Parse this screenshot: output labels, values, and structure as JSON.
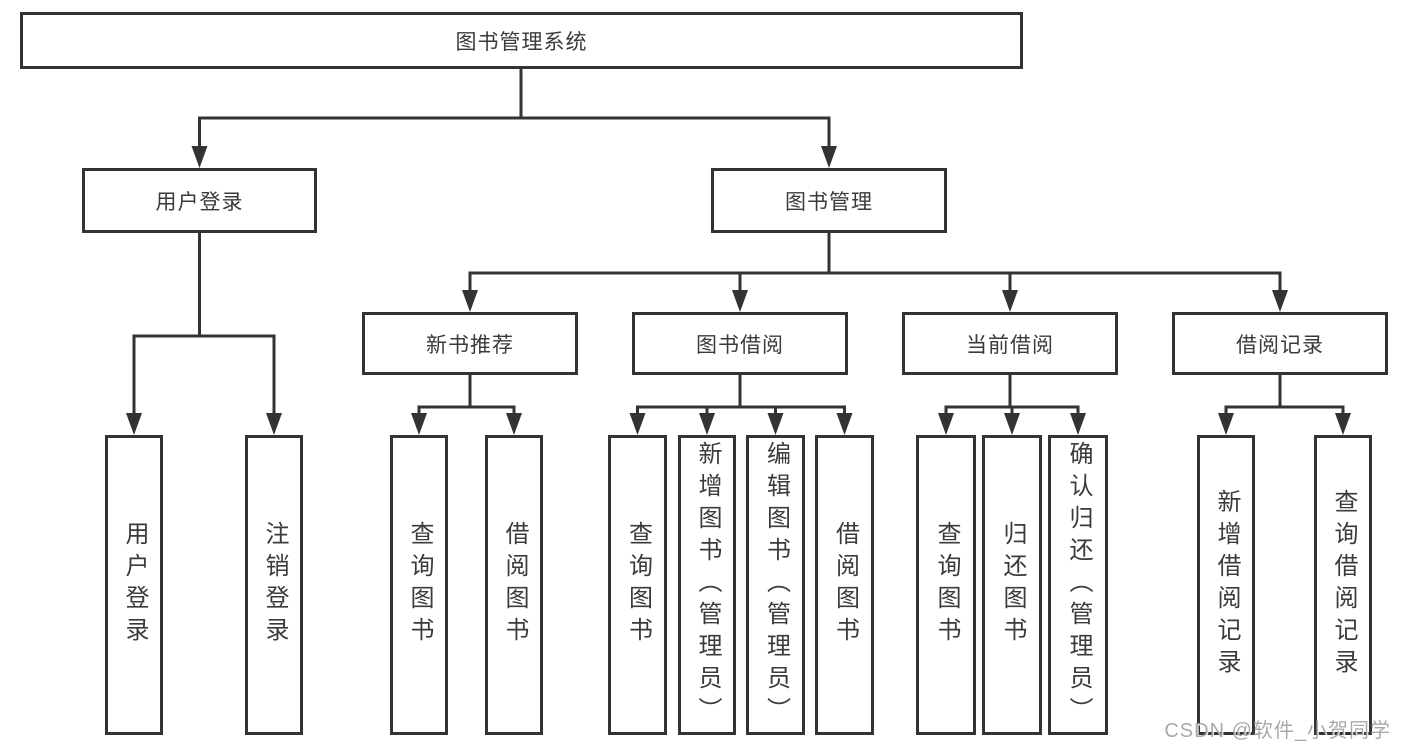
{
  "diagram": {
    "root": {
      "label": "图书管理系统"
    },
    "user_login": {
      "label": "用户登录",
      "children": [
        {
          "label": "用户登录"
        },
        {
          "label": "注销登录"
        }
      ]
    },
    "book_mgmt": {
      "label": "图书管理",
      "groups": [
        {
          "label": "新书推荐",
          "children": [
            {
              "label": "查询图书"
            },
            {
              "label": "借阅图书"
            }
          ]
        },
        {
          "label": "图书借阅",
          "children": [
            {
              "label": "查询图书"
            },
            {
              "label": "新增图书（管理员）"
            },
            {
              "label": "编辑图书（管理员）"
            },
            {
              "label": "借阅图书"
            }
          ]
        },
        {
          "label": "当前借阅",
          "children": [
            {
              "label": "查询图书"
            },
            {
              "label": "归还图书"
            },
            {
              "label": "确认归还（管理员）"
            }
          ]
        },
        {
          "label": "借阅记录",
          "children": [
            {
              "label": "新增借阅记录"
            },
            {
              "label": "查询借阅记录"
            }
          ]
        }
      ]
    }
  },
  "watermark": "CSDN @软件_小贺同学",
  "colors": {
    "line": "#333333",
    "text": "#3b3b3b",
    "watermark": "#9a9a9a",
    "background": "#ffffff"
  }
}
